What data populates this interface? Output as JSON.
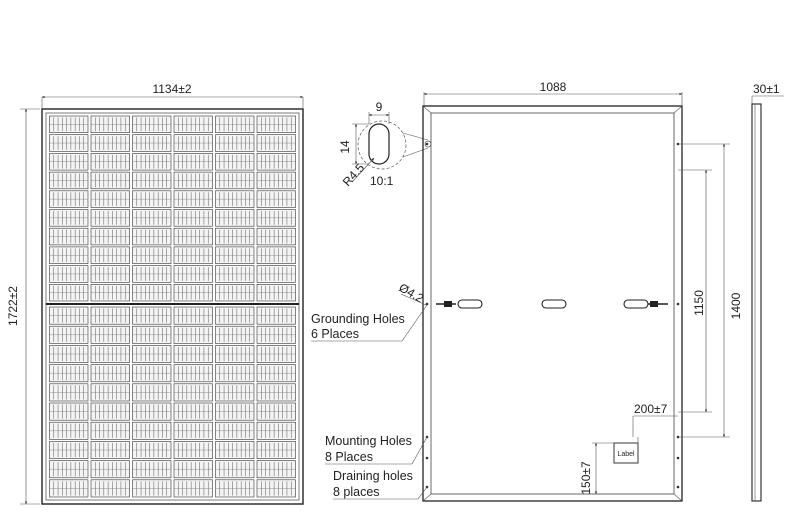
{
  "front_view": {
    "width_dim": "1134±2",
    "height_dim": "1722±2",
    "cell_columns": 6,
    "cell_rows_per_half": 10
  },
  "rear_view": {
    "width_dim": "1088",
    "dim_1150": "1150",
    "dim_1400": "1400",
    "dim_200": "200±7",
    "dim_150": "150±7",
    "label_text": "Label",
    "hole_dia": "Ø4.2",
    "grounding_holes_line1": "Grounding Holes",
    "grounding_holes_line2": "6 Places",
    "mounting_holes_line1": "Mounting Holes",
    "mounting_holes_line2": "8 Places",
    "draining_holes_line1": "Draining holes",
    "draining_holes_line2": "8 places"
  },
  "detail": {
    "dim_9": "9",
    "dim_14": "14",
    "radius": "R4.5",
    "scale": "10:1"
  },
  "side_view": {
    "thickness_dim": "30±1"
  }
}
